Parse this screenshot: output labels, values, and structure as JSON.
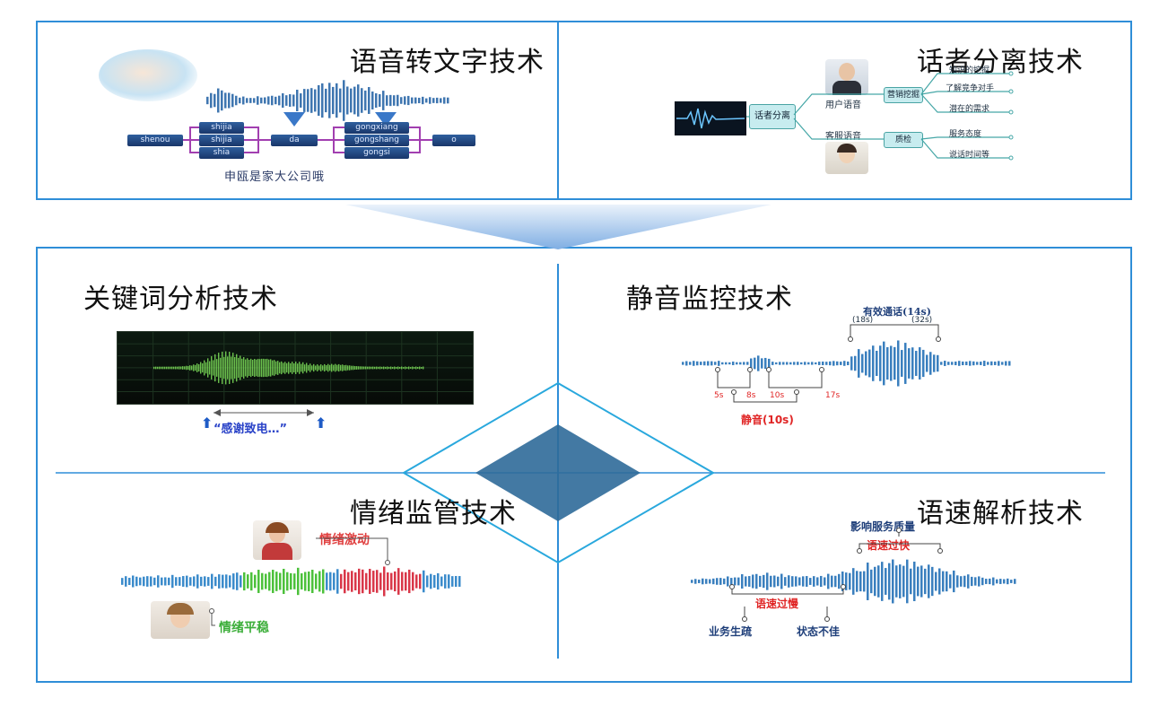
{
  "colors": {
    "frame": "#2f8ed8",
    "wave_blue": "#2d7fc1",
    "wave_green": "#4cc13b",
    "wave_red": "#d93748",
    "diamond": "#2f6a99"
  },
  "panels": {
    "speech_to_text": {
      "title": "语音转文字技术",
      "pinyin": {
        "start": "shenou",
        "col1": [
          "shijia",
          "shijia",
          "shia"
        ],
        "mid": "da",
        "col2": [
          "gongxiang",
          "gongshang",
          "gongsi"
        ],
        "end": "o"
      },
      "result": "申瓯是家大公司哦"
    },
    "speaker_separation": {
      "title": "话者分离技术",
      "center_node": "话者分离",
      "branch_user": "用户语音",
      "branch_agent": "客服语音",
      "node_marketing": "营销挖掘",
      "node_quality": "质检",
      "marketing_items": [
        "知识的挖掘",
        "了解竞争对手",
        "潜在的需求"
      ],
      "quality_items": [
        "服务态度",
        "说话时间等"
      ]
    },
    "keyword_analysis": {
      "title": "关键词分析技术",
      "caption": "“感谢致电…”"
    },
    "silence_monitor": {
      "title": "静音监控技术",
      "valid_call": "有效通话(14s)",
      "t18": "(18s)",
      "t32": "(32s)",
      "ticks": [
        "5s",
        "8s",
        "10s",
        "17s"
      ],
      "silence": "静音(10s)"
    },
    "emotion_monitor": {
      "title": "情绪监管技术",
      "excited": "情绪激动",
      "calm": "情绪平稳"
    },
    "speed_analysis": {
      "title": "语速解析技术",
      "quality": "影响服务质量",
      "too_fast": "语速过快",
      "too_slow": "语速过慢",
      "unfamiliar": "业务生疏",
      "bad_state": "状态不佳"
    }
  }
}
